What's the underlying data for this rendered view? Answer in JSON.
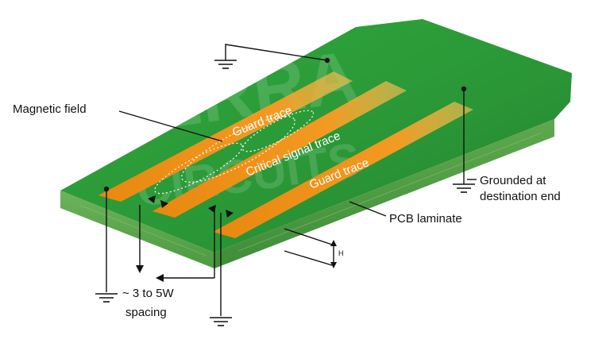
{
  "labels": {
    "magnetic_field": "Magnetic field",
    "guard_trace_top": "Guard trace",
    "critical_signal_trace": "Critical signal trace",
    "guard_trace_bottom": "Guard trace",
    "grounded_line1": "Grounded at",
    "grounded_line2": "destination end",
    "pcb_laminate": "PCB laminate",
    "height_marker": "H",
    "spacing_line1": "~ 3 to 5W",
    "spacing_line2": "spacing"
  },
  "watermark": {
    "line1": "SIERRA",
    "line2": "CIRCUITS"
  },
  "colors": {
    "board_top": "#2f9a3a",
    "board_edge": "#5aa84a",
    "copper": "#f0951c",
    "copper_glow": "#f7c04a"
  }
}
